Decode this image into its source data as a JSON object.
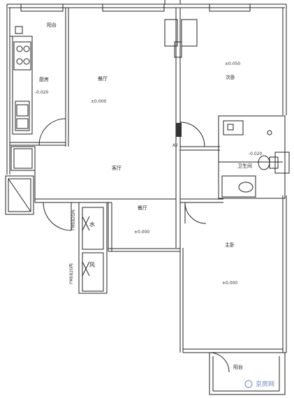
{
  "rooms": {
    "kitchen_balcony": "阳台",
    "kitchen": "厨房",
    "dining": "餐厅",
    "living": "客厅",
    "bedroom_top": "次卧",
    "bathroom": "卫生间",
    "master": "主卧",
    "balcony_bottom": "阳台",
    "shaft_a": "风",
    "shaft_b": "水"
  },
  "levels": {
    "kitchen": "-0.020",
    "dining": "±0.000",
    "bedroom_top": "±0.050",
    "bathroom": "-0.020",
    "hall": "±0.000",
    "master": "±0.000"
  },
  "codes": {
    "door_a": "FM0820丙",
    "door_b": "FM0820丙",
    "av": "AV"
  },
  "watermark": "京房网"
}
